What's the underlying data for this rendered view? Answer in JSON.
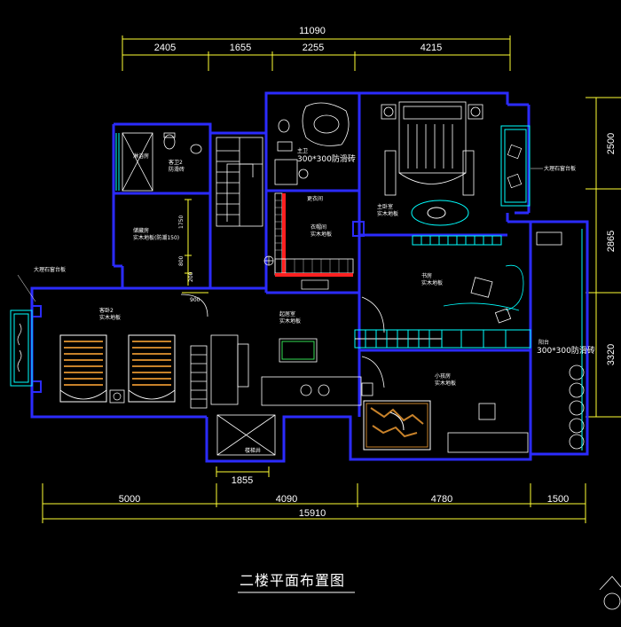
{
  "drawing": {
    "title": "二楼平面布置图",
    "colors": {
      "background": "#000000",
      "wall": "#2b2bff",
      "dimension": "#ffff33",
      "furniture": "#ffffff",
      "cyan": "#00ffff",
      "red": "#ff2020",
      "wood": "#c8822a",
      "green": "#33dd55"
    },
    "top_dims": {
      "total": "11090",
      "segments": [
        "2405",
        "1655",
        "2255",
        "4215"
      ]
    },
    "bottom_dims": {
      "upper": "1855",
      "segments": [
        "5000",
        "4090",
        "4780",
        "1500"
      ],
      "total": "15910"
    },
    "right_dims": [
      "2500",
      "2865",
      "3320"
    ],
    "inner_dims": {
      "v1": "1750",
      "v2": "800",
      "v3": "200",
      "h1": "900"
    },
    "rooms": {
      "bath2_name": "客卫2",
      "bath2_floor": "防滑砖",
      "shower": "淋浴房",
      "master_bath_name": "主卫",
      "master_bath_floor": "300*300防滑砖",
      "master_bed_name": "主卧室",
      "master_bed_floor": "实木地板",
      "closet_name": "衣帽间",
      "closet_floor": "实木地板",
      "dressing": "更衣间",
      "storage_name": "储藏房",
      "storage_floor": "实木地板(防潮150)",
      "study_name": "书房",
      "study_floor": "实木地板",
      "guest_bed_name": "客卧2",
      "guest_bed_floor": "实木地板",
      "lounge_name": "起居室",
      "lounge_floor": "实木地板",
      "kid_bed_name": "小孩房",
      "kid_bed_floor": "实木地板",
      "balcony_name": "阳台",
      "balcony_floor": "300*300防滑砖",
      "void": "楼梯井",
      "marble_left": "大理石窗台板",
      "marble_right": "大理石窗台板"
    }
  }
}
